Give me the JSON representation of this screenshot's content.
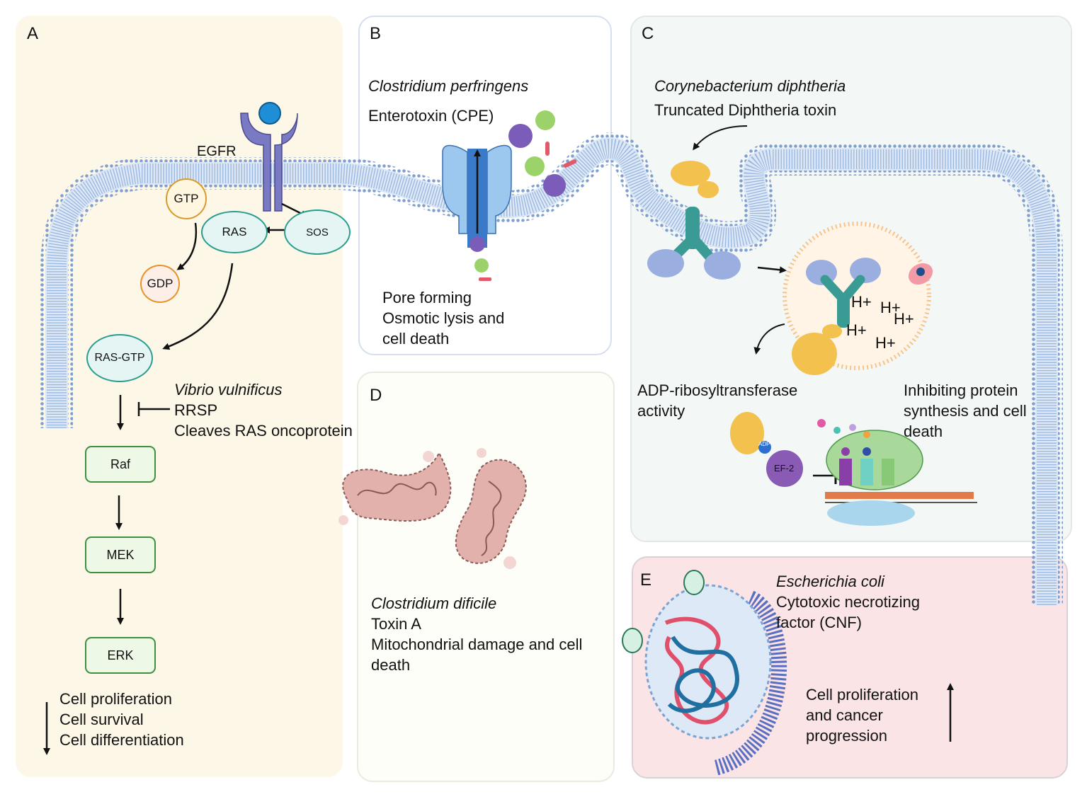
{
  "panels": {
    "a": {
      "label": "A"
    },
    "b": {
      "label": "B"
    },
    "c": {
      "label": "C"
    },
    "d": {
      "label": "D"
    },
    "e": {
      "label": "E"
    }
  },
  "panel_a": {
    "receptor": "EGFR",
    "gtp": "GTP",
    "gdp": "GDP",
    "ras": "RAS",
    "sos": "SOS",
    "ras_gtp": "RAS-GTP",
    "organism": "Vibrio vulnificus",
    "toxin": "RRSP",
    "effect": "Cleaves RAS oncoprotein",
    "cascade": [
      "Raf",
      "MEK",
      "ERK"
    ],
    "outcomes": [
      "Cell proliferation",
      "Cell survival",
      "Cell differentiation"
    ]
  },
  "panel_b": {
    "organism": "Clostridium perfringens",
    "toxin": "Enterotoxin (CPE)",
    "effects": [
      "Pore forming",
      "Osmotic lysis and",
      "cell death"
    ]
  },
  "panel_c": {
    "organism": "Corynebacterium diphtheria",
    "toxin": "Truncated Diphtheria toxin",
    "activity": [
      "ADP-ribosyltransferase",
      "activity"
    ],
    "effects": [
      "Inhibiting protein",
      "synthesis and cell",
      "death"
    ],
    "proton": "H+",
    "adp": "ADP",
    "ef2": "EF-2"
  },
  "panel_d": {
    "organism": "Clostridium dificile",
    "toxin": "Toxin A",
    "effects": [
      "Mitochondrial damage and cell",
      "death"
    ]
  },
  "panel_e": {
    "organism": "Escherichia coli",
    "toxin": [
      "Cytotoxic necrotizing",
      "factor (CNF)"
    ],
    "effects": [
      "Cell proliferation",
      "and cancer",
      "progression"
    ]
  },
  "colors": {
    "membrane": "#9ab6de",
    "membrane_head": "#7f9fd0",
    "receptor": "#7a7ac4",
    "oval_teal": "#2a9d8f",
    "box_green": "#3f8f3f",
    "orange": "#e89a2c",
    "toxin_yellow": "#f2c14e",
    "toxin_teal": "#3a9b94",
    "mito": "#d9a6a1",
    "dna_blue": "#1f6fa0",
    "dna_red": "#e0506a"
  }
}
